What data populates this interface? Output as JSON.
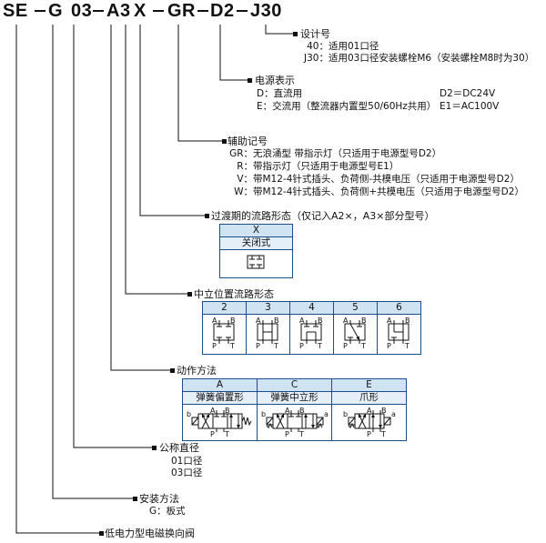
{
  "code": {
    "segments": [
      "SE",
      "G",
      "03",
      "A",
      "3",
      "X",
      "GR",
      "D2",
      "J30"
    ]
  },
  "design_no": {
    "title": "设计号",
    "items": [
      {
        "code": "40：",
        "desc": "适用01口径"
      },
      {
        "code": "J30：",
        "desc": "适用03口径安装螺栓M6（安装螺栓M8时为30）"
      }
    ]
  },
  "power": {
    "title": "电源表示",
    "rows": [
      {
        "left": "D：直流用",
        "right": "D2＝DC24V"
      },
      {
        "left": "E：交流用（整流器内置型50/60Hz共用）",
        "right": "E1＝AC100V"
      }
    ]
  },
  "aux": {
    "title": "辅助记号",
    "items": [
      {
        "code": "GR：",
        "desc": "无浪涌型 带指示灯（只适用于电源型号D2）"
      },
      {
        "code": "R：",
        "desc": "带指示灯（只适用于电源型号E1）"
      },
      {
        "code": "V：",
        "desc": "带M12-4针式插头、负荷侧-共模电压（只适用于电源型号D2）"
      },
      {
        "code": "W：",
        "desc": "带M12-4针式插头、负荷侧+共模电压（只适用于电源型号D2）"
      }
    ]
  },
  "transition": {
    "title": "过渡期的流路形态（仅记入A2×，A3×部分型号）",
    "header": "X",
    "sub": "关闭式"
  },
  "neutral": {
    "title": "中立位置流路形态",
    "headers": [
      "2",
      "3",
      "4",
      "5",
      "6"
    ],
    "port_a": "A",
    "port_b": "B",
    "port_p": "P",
    "port_t": "T"
  },
  "action": {
    "title": "动作方法",
    "columns": [
      {
        "code": "A",
        "name": "弹簧偏置形"
      },
      {
        "code": "C",
        "name": "弹簧中立形"
      },
      {
        "code": "E",
        "name": "爪形"
      }
    ],
    "label_a": "a",
    "label_b": "b"
  },
  "nominal": {
    "title": "公称直径",
    "items": [
      "01口径",
      "03口径"
    ]
  },
  "mounting": {
    "title": "安装方法",
    "items": [
      "G：板式"
    ]
  },
  "product": {
    "title": "低电力型电磁换向阀"
  }
}
